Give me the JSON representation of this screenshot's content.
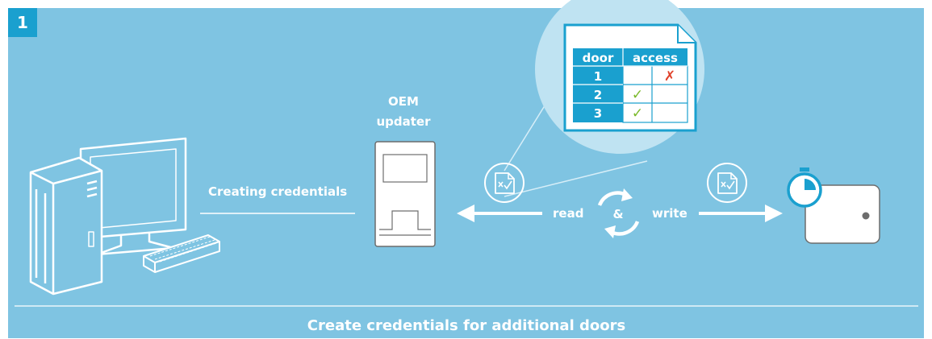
{
  "step_number": "1",
  "labels": {
    "oem_line1": "OEM",
    "oem_line2": "updater",
    "creating_credentials": "Creating credentials",
    "read": "read",
    "and_symbol": "&",
    "write": "write"
  },
  "caption": "Create credentials for additional doors",
  "table": {
    "headers": [
      "door",
      "access"
    ],
    "rows": [
      {
        "door": "1",
        "mark": "✗",
        "mark_column": 2
      },
      {
        "door": "2",
        "mark": "✓",
        "mark_column": 1
      },
      {
        "door": "3",
        "mark": "✓",
        "mark_column": 1
      }
    ]
  },
  "colors": {
    "panel": "#7fc4e2",
    "dark_blue": "#1aa0cf",
    "light_circle": "#bfe3f2",
    "white": "#ffffff",
    "check": "#7ab929",
    "cross": "#e0412a",
    "grey": "#6d6d6d"
  },
  "icons": [
    "computer-icon",
    "keyboard-icon",
    "oem-updater-device-icon",
    "credential-file-icon",
    "sync-icon",
    "door-lock-icon",
    "timer-icon"
  ]
}
